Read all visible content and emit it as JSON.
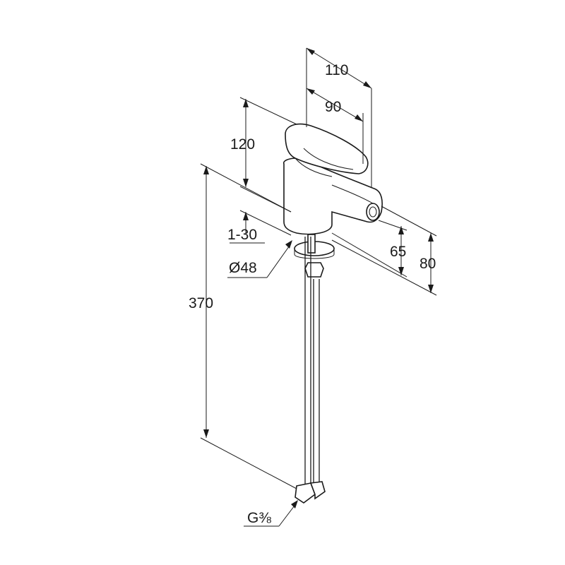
{
  "diagram": {
    "dimensions": {
      "width_total": "110",
      "width_spout": "90",
      "height_body": "120",
      "mount_thickness": "1-30",
      "base_diameter": "Ø48",
      "hose_length": "370",
      "outlet_height": "65",
      "total_projection": "80",
      "connection_thread": "G⅜"
    }
  }
}
